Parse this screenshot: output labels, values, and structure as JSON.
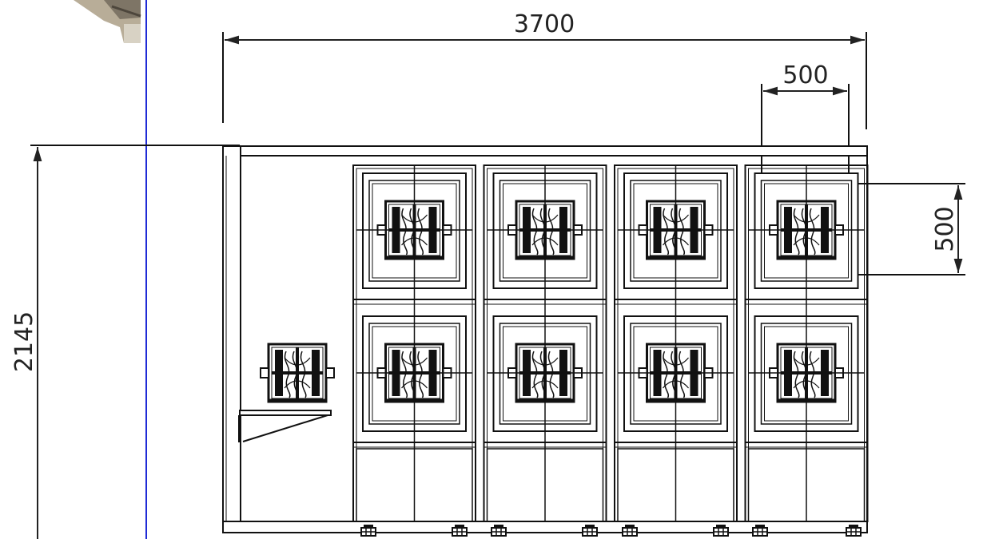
{
  "colors": {
    "line": "#111111",
    "dimension": "#222222",
    "guide_line": "#1f2bd6",
    "photo_fragment": "#9a8f7f"
  },
  "dimensions": {
    "overall_width": "3700",
    "overall_height": "2145",
    "door_width": "500",
    "door_height": "500"
  },
  "layout": {
    "columns": 4,
    "rows": 2,
    "side_unit": "fan-unit"
  }
}
